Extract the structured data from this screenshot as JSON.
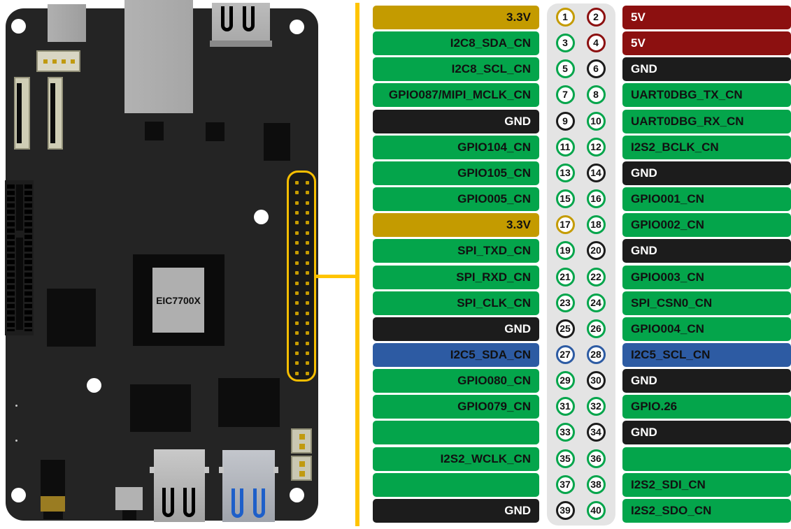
{
  "board": {
    "chip_label": "EIC7700X",
    "header_pin_count": 40,
    "pcb_color": "#242424",
    "header_outline_color": "#f7be00",
    "header_pin_dot_color": "#c79c00",
    "callout_color": "#ffc400"
  },
  "colors": {
    "v33": {
      "bg": "#c49b00",
      "text": "#111111"
    },
    "v5": {
      "bg": "#8c1010",
      "text": "#ffffff"
    },
    "gnd": {
      "bg": "#1c1c1c",
      "text": "#ffffff"
    },
    "gpio": {
      "bg": "#04a54b",
      "text": "#111111"
    },
    "i2c": {
      "bg": "#2d5ba3",
      "text": "#111111"
    }
  },
  "pinout": {
    "rows": [
      {
        "left": {
          "label": "3.3V",
          "type": "v33"
        },
        "pins": [
          {
            "n": "1",
            "type": "v33"
          },
          {
            "n": "2",
            "type": "v5"
          }
        ],
        "right": {
          "label": "5V",
          "type": "v5"
        }
      },
      {
        "left": {
          "label": "I2C8_SDA_CN",
          "type": "gpio"
        },
        "pins": [
          {
            "n": "3",
            "type": "gpio"
          },
          {
            "n": "4",
            "type": "v5"
          }
        ],
        "right": {
          "label": "5V",
          "type": "v5"
        }
      },
      {
        "left": {
          "label": "I2C8_SCL_CN",
          "type": "gpio"
        },
        "pins": [
          {
            "n": "5",
            "type": "gpio"
          },
          {
            "n": "6",
            "type": "gnd"
          }
        ],
        "right": {
          "label": "GND",
          "type": "gnd"
        }
      },
      {
        "left": {
          "label": "GPIO087/MIPI_MCLK_CN",
          "type": "gpio"
        },
        "pins": [
          {
            "n": "7",
            "type": "gpio"
          },
          {
            "n": "8",
            "type": "gpio"
          }
        ],
        "right": {
          "label": "UART0DBG_TX_CN",
          "type": "gpio"
        }
      },
      {
        "left": {
          "label": "GND",
          "type": "gnd"
        },
        "pins": [
          {
            "n": "9",
            "type": "gnd"
          },
          {
            "n": "10",
            "type": "gpio"
          }
        ],
        "right": {
          "label": "UART0DBG_RX_CN",
          "type": "gpio"
        }
      },
      {
        "left": {
          "label": "GPIO104_CN",
          "type": "gpio"
        },
        "pins": [
          {
            "n": "11",
            "type": "gpio"
          },
          {
            "n": "12",
            "type": "gpio"
          }
        ],
        "right": {
          "label": "I2S2_BCLK_CN",
          "type": "gpio"
        }
      },
      {
        "left": {
          "label": "GPIO105_CN",
          "type": "gpio"
        },
        "pins": [
          {
            "n": "13",
            "type": "gpio"
          },
          {
            "n": "14",
            "type": "gnd"
          }
        ],
        "right": {
          "label": "GND",
          "type": "gnd"
        }
      },
      {
        "left": {
          "label": "GPIO005_CN",
          "type": "gpio"
        },
        "pins": [
          {
            "n": "15",
            "type": "gpio"
          },
          {
            "n": "16",
            "type": "gpio"
          }
        ],
        "right": {
          "label": "GPIO001_CN",
          "type": "gpio"
        }
      },
      {
        "left": {
          "label": "3.3V",
          "type": "v33"
        },
        "pins": [
          {
            "n": "17",
            "type": "v33"
          },
          {
            "n": "18",
            "type": "gpio"
          }
        ],
        "right": {
          "label": "GPIO002_CN",
          "type": "gpio"
        }
      },
      {
        "left": {
          "label": "SPI_TXD_CN",
          "type": "gpio"
        },
        "pins": [
          {
            "n": "19",
            "type": "gpio"
          },
          {
            "n": "20",
            "type": "gnd"
          }
        ],
        "right": {
          "label": "GND",
          "type": "gnd"
        }
      },
      {
        "left": {
          "label": "SPI_RXD_CN",
          "type": "gpio"
        },
        "pins": [
          {
            "n": "21",
            "type": "gpio"
          },
          {
            "n": "22",
            "type": "gpio"
          }
        ],
        "right": {
          "label": "GPIO003_CN",
          "type": "gpio"
        }
      },
      {
        "left": {
          "label": "SPI_CLK_CN",
          "type": "gpio"
        },
        "pins": [
          {
            "n": "23",
            "type": "gpio"
          },
          {
            "n": "24",
            "type": "gpio"
          }
        ],
        "right": {
          "label": "SPI_CSN0_CN",
          "type": "gpio"
        }
      },
      {
        "left": {
          "label": "GND",
          "type": "gnd"
        },
        "pins": [
          {
            "n": "25",
            "type": "gnd"
          },
          {
            "n": "26",
            "type": "gpio"
          }
        ],
        "right": {
          "label": "GPIO004_CN",
          "type": "gpio"
        }
      },
      {
        "left": {
          "label": "I2C5_SDA_CN",
          "type": "i2c"
        },
        "pins": [
          {
            "n": "27",
            "type": "i2c"
          },
          {
            "n": "28",
            "type": "i2c"
          }
        ],
        "right": {
          "label": "I2C5_SCL_CN",
          "type": "i2c"
        }
      },
      {
        "left": {
          "label": "GPIO080_CN",
          "type": "gpio"
        },
        "pins": [
          {
            "n": "29",
            "type": "gpio"
          },
          {
            "n": "30",
            "type": "gnd"
          }
        ],
        "right": {
          "label": "GND",
          "type": "gnd"
        }
      },
      {
        "left": {
          "label": "GPIO079_CN",
          "type": "gpio"
        },
        "pins": [
          {
            "n": "31",
            "type": "gpio"
          },
          {
            "n": "32",
            "type": "gpio"
          }
        ],
        "right": {
          "label": "GPIO.26",
          "type": "gpio"
        }
      },
      {
        "left": {
          "label": "",
          "type": "gpio"
        },
        "pins": [
          {
            "n": "33",
            "type": "gpio"
          },
          {
            "n": "34",
            "type": "gnd"
          }
        ],
        "right": {
          "label": "GND",
          "type": "gnd"
        }
      },
      {
        "left": {
          "label": "I2S2_WCLK_CN",
          "type": "gpio"
        },
        "pins": [
          {
            "n": "35",
            "type": "gpio"
          },
          {
            "n": "36",
            "type": "gpio"
          }
        ],
        "right": {
          "label": "",
          "type": "gpio"
        }
      },
      {
        "left": {
          "label": "",
          "type": "gpio"
        },
        "pins": [
          {
            "n": "37",
            "type": "gpio"
          },
          {
            "n": "38",
            "type": "gpio"
          }
        ],
        "right": {
          "label": "I2S2_SDI_CN",
          "type": "gpio"
        }
      },
      {
        "left": {
          "label": "GND",
          "type": "gnd"
        },
        "pins": [
          {
            "n": "39",
            "type": "gnd"
          },
          {
            "n": "40",
            "type": "gpio"
          }
        ],
        "right": {
          "label": "I2S2_SDO_CN",
          "type": "gpio"
        }
      }
    ]
  }
}
